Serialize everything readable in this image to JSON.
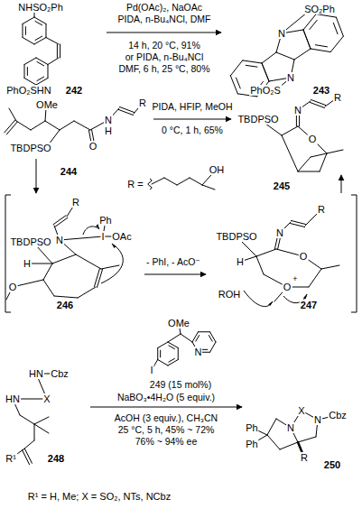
{
  "diagram": {
    "labels": [
      "NHSO₂Ph",
      "PhO₂SHN",
      "242",
      "Pd(OAc)₂, NaOAc",
      "PIDA, n-Bu₄NCl, DMF",
      "14 h, 20 °C, 91%",
      "or PIDA, n-Bu₄NCl",
      "DMF, 6 h, 25 °C, 80%",
      "SO₂Ph",
      "N",
      "N",
      "PhO₂S",
      "243",
      "OMe",
      "TBDPSO",
      "O",
      "N",
      "H",
      "R",
      "244",
      "PIDA, HFIP, MeOH",
      "0 °C, 1 h, 65%",
      "TBDPSO",
      "N",
      "R",
      "O",
      "245",
      "R =",
      "OH",
      "R",
      "Ph",
      "TBDPSO",
      "N",
      "I",
      "OAc",
      "H",
      "O",
      "246",
      "- PhI, - AcO⁻",
      "R",
      "TBDPSO",
      "N",
      "H",
      "O",
      "O",
      "+",
      "ROH",
      "247",
      "HN",
      "Cbz",
      "HN",
      "X",
      "R¹",
      "248",
      "OMe",
      "N",
      "I",
      "249 (15 mol%)",
      "NaBO₃•4H₂O (5 equiv.)",
      "AcOH (3 equiv.), CH₃CN",
      "25 °C, 5 h, 45% ~ 72%",
      "76% ~ 94% ee",
      "X",
      "N",
      "N",
      "Cbz",
      "R",
      "Ph",
      "Ph",
      "250",
      "R¹ = H, Me; X = SO₂, NTs, NCbz"
    ]
  }
}
